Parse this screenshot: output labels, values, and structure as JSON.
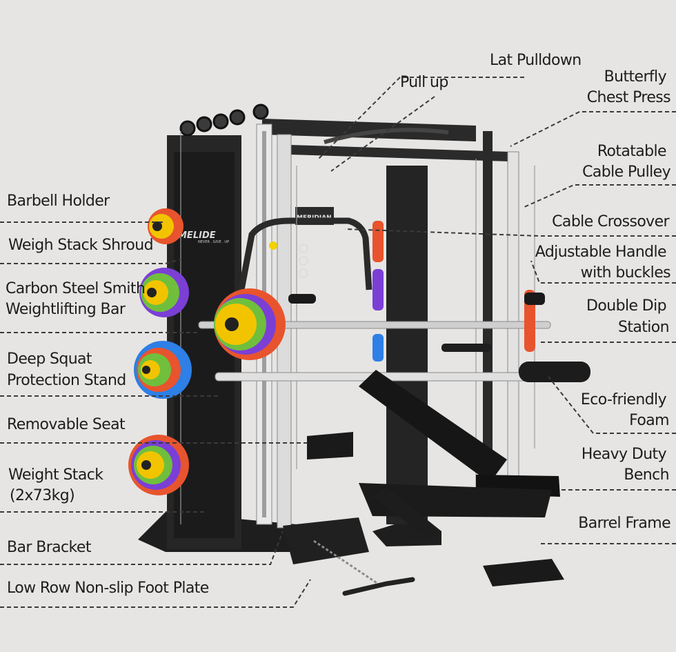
{
  "background": "#e6e5e3",
  "machine": {
    "frame_color": "#232323",
    "rail_color": "#e9e9e9",
    "brand_side": "MELIDE",
    "brand_tag": "NEVER . GIVE . UP",
    "brand_crossbar": "MERIDIAN"
  },
  "plate_colors": [
    "#e8542d",
    "#f2c400",
    "#6fbf3d",
    "#7b3fd6",
    "#2e7fe6"
  ],
  "labels": {
    "lat_pulldown": "Lat Pulldown",
    "pull_up": "Pull up",
    "butterfly_1": "Butterfly",
    "butterfly_2": "Chest Press",
    "rotatable_1": "Rotatable",
    "rotatable_2": "Cable Pulley",
    "barbell_holder": "Barbell Holder",
    "weigh_stack_shroud": "Weigh Stack Shroud",
    "cable_crossover": "Cable Crossover",
    "carbon_1": "Carbon Steel Smith",
    "carbon_2": "Weightlifting Bar",
    "adjustable_1": "Adjustable Handle",
    "adjustable_2": "with buckles",
    "dip_1": "Double Dip",
    "dip_2": "Station",
    "deep_squat_1": "Deep Squat",
    "deep_squat_2": "Protection Stand",
    "removable_seat": "Removable Seat",
    "eco_1": "Eco-friendly",
    "eco_2": "Foam",
    "weight_stack_1": "Weight Stack",
    "weight_stack_2": "(2x73kg)",
    "heavy_1": "Heavy Duty",
    "heavy_2": "Bench",
    "barrel_frame": "Barrel Frame",
    "bar_bracket": "Bar Bracket",
    "low_row": "Low Row Non-slip Foot Plate"
  }
}
